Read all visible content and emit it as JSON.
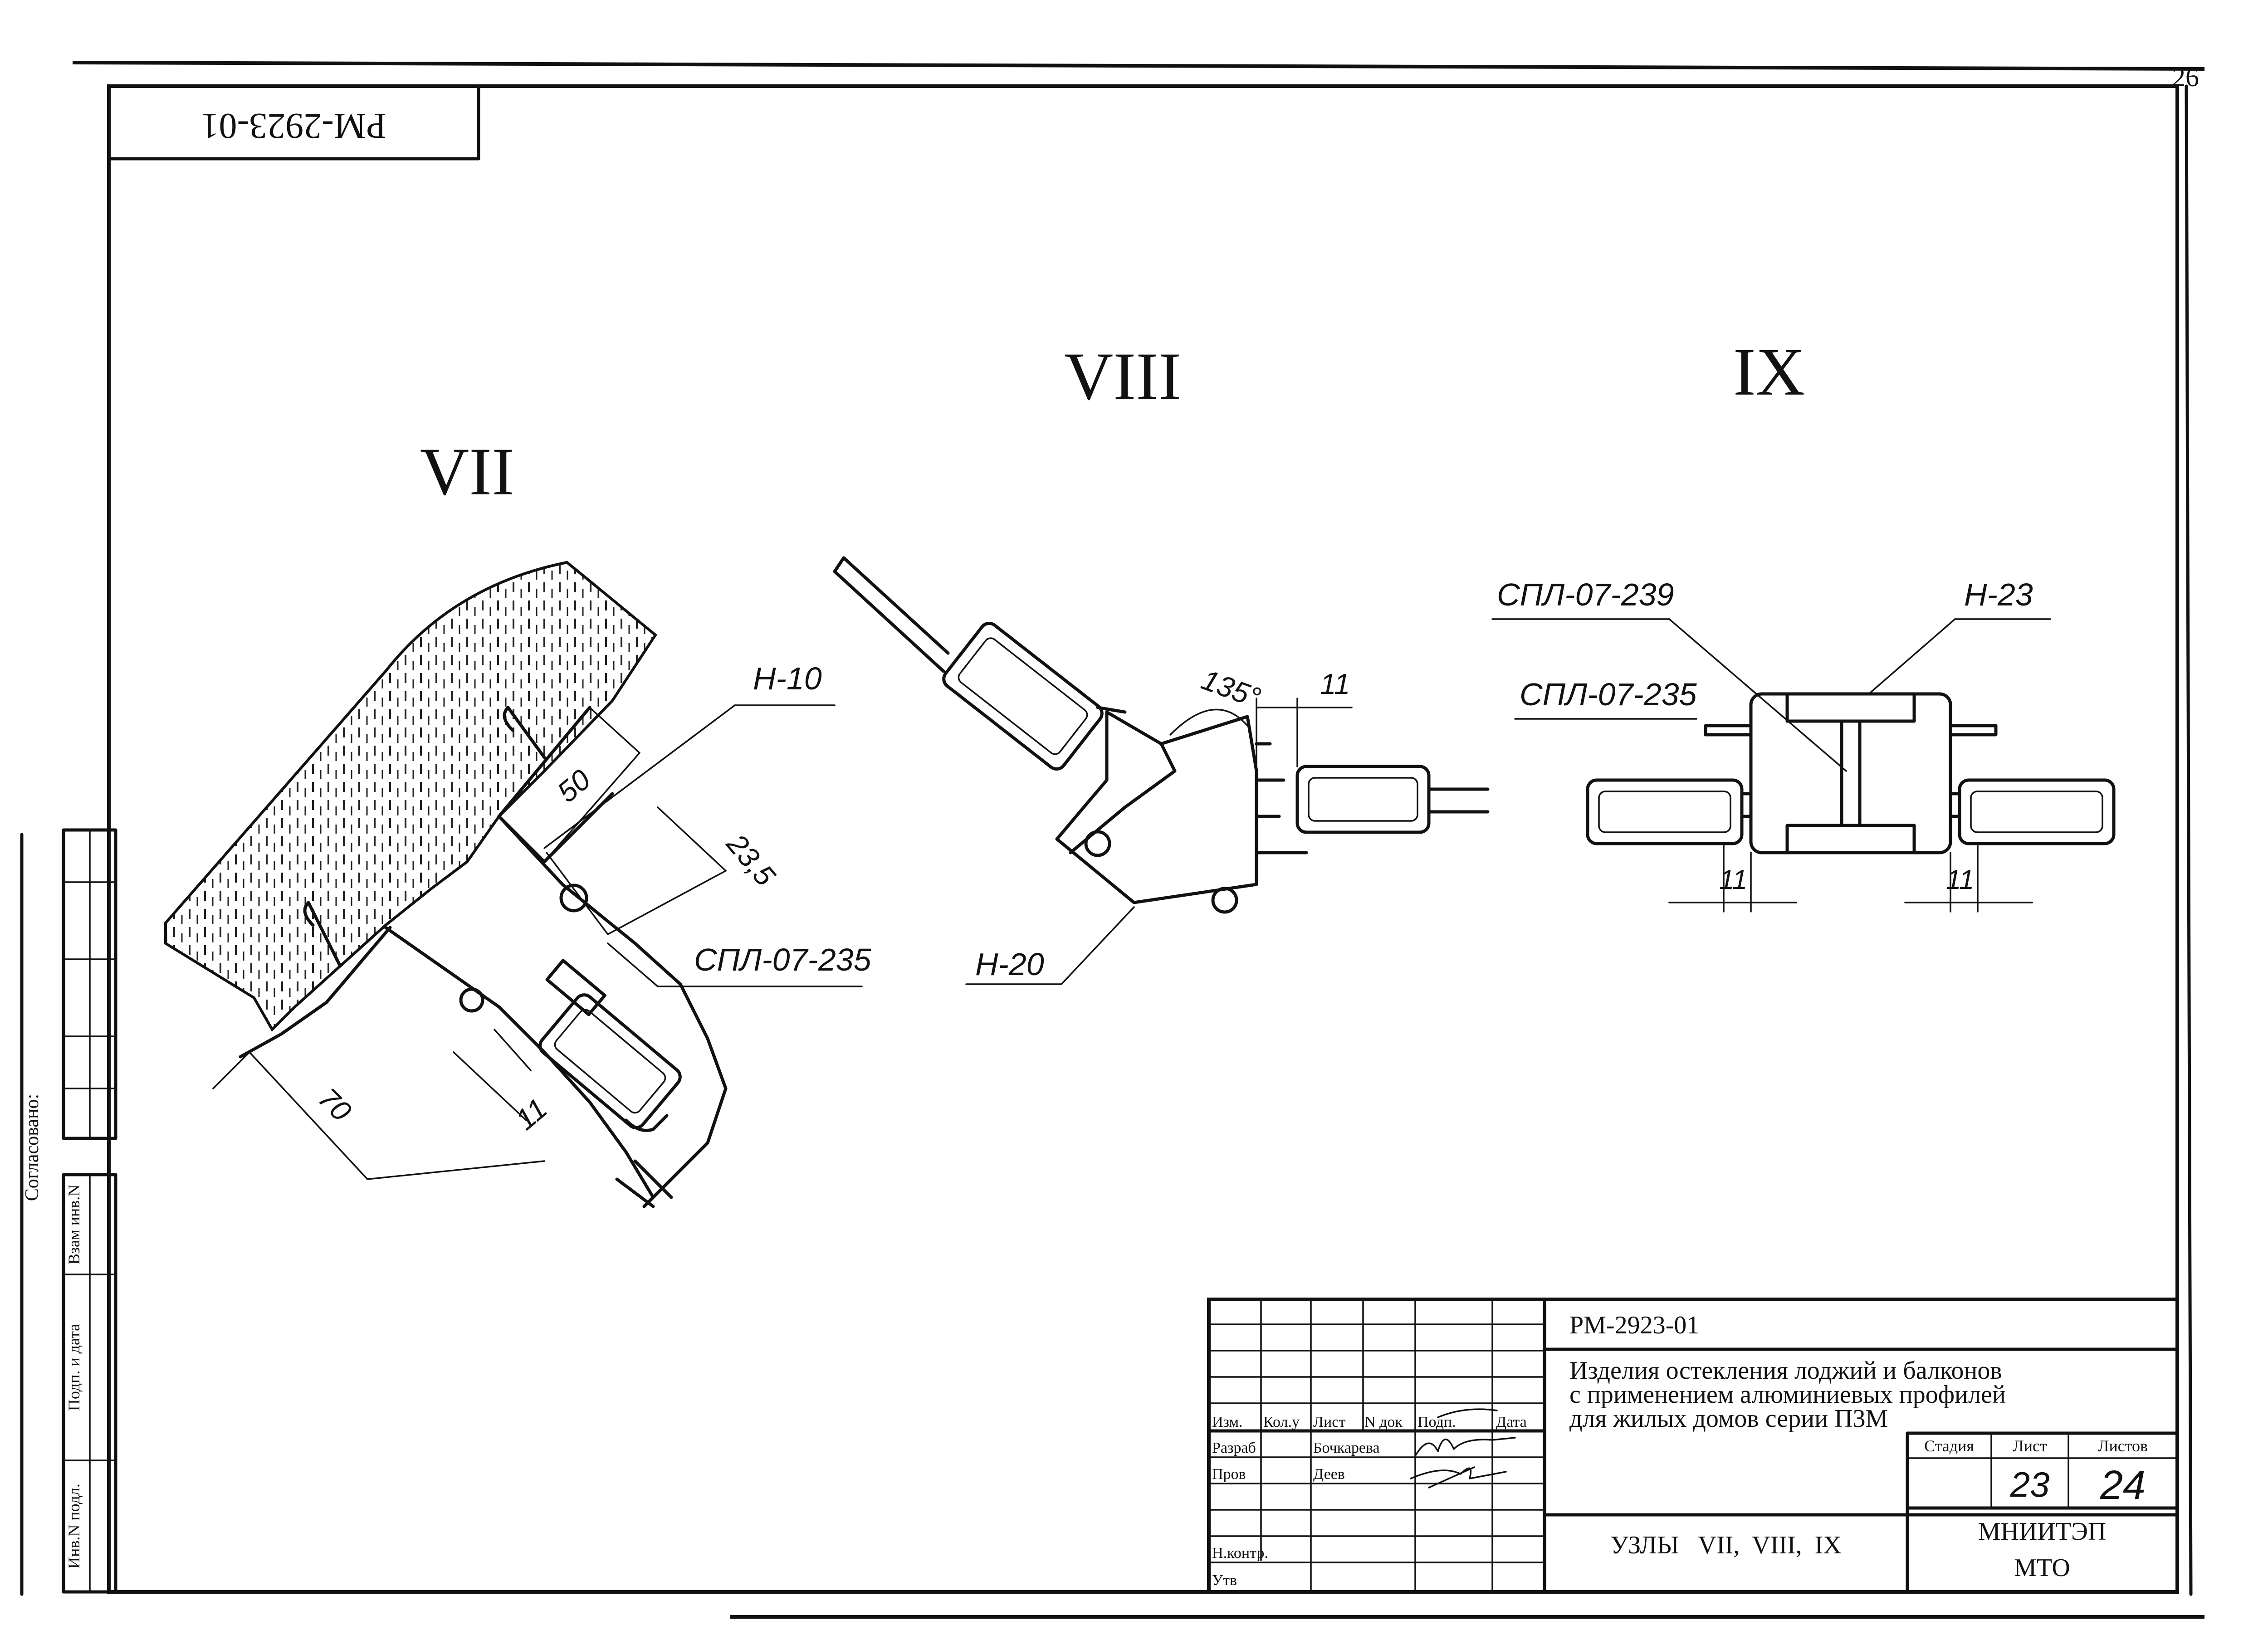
{
  "sheet_number_top": "26",
  "doc_code": "РМ-2923-01",
  "doc_code_rotated": "РМ-2923-01",
  "nodes": {
    "vii": "VII",
    "viii": "VIII",
    "ix": "IX"
  },
  "node_vii": {
    "profile_top": "Н-10",
    "profile_mid": "СПЛ-07-235",
    "dim_50": "50",
    "dim_235": "23,5",
    "dim_70": "70",
    "dim_11": "11"
  },
  "node_viii": {
    "angle": "135°",
    "dim_11": "11",
    "profile_bottom": "Н-20"
  },
  "node_ix": {
    "profile_top_left": "СПЛ-07-239",
    "profile_top_right": "Н-23",
    "profile_left": "СПЛ-07-235",
    "dim_11_left": "11",
    "dim_11_right": "11"
  },
  "side_stamp": {
    "agreed": "Согласовано:",
    "vzam": "Взам инв.N",
    "podp_data": "Подп. и дата",
    "inv_podl": "Инв.N подл."
  },
  "title_block": {
    "code": "РМ-2923-01",
    "title_line1": "Изделия остекления лоджий и балконов",
    "title_line2": "с применением алюминиевых профилей",
    "title_line3": "для жилых домов серии П3М",
    "col_izm": "Изм.",
    "col_kolu": "Кол.у",
    "col_list": "Лист",
    "col_ndok": "N док",
    "col_podp": "Подп.",
    "col_data": "Дата",
    "row_razrab": "Разраб",
    "row_prov": "Пров",
    "row_nkontr": "Н.контр.",
    "row_utv": "Утв",
    "name_razrab": "Бочкарева",
    "name_prov": "Деев",
    "stage_label": "Стадия",
    "list_label": "Лист",
    "listov_label": "Листов",
    "list_value": "23",
    "listov_value": "24",
    "sheet_title": "УЗЛЫ   VII,  VIII,  IX",
    "org_line1": "МНИИТЭП",
    "org_line2": "МТО"
  }
}
